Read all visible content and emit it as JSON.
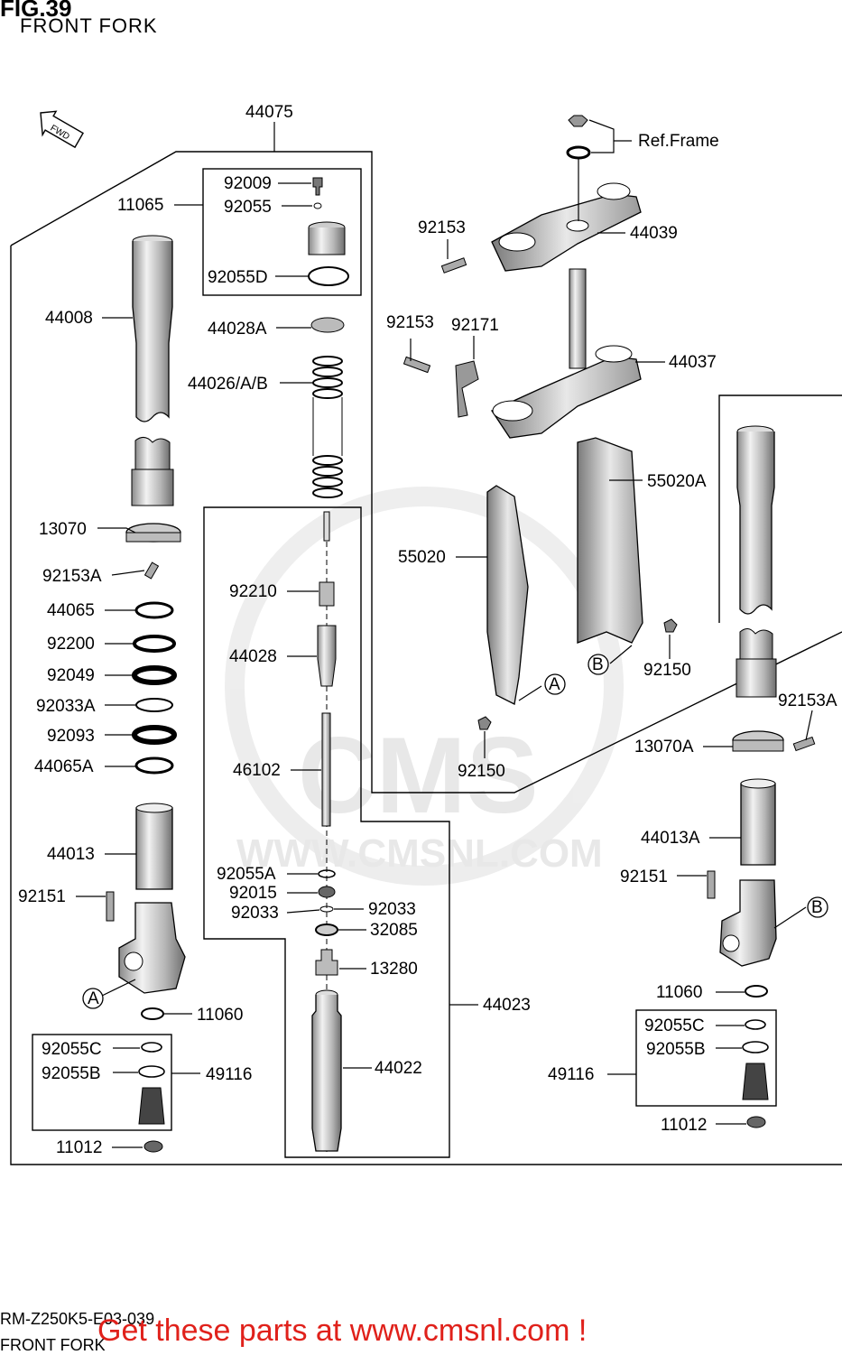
{
  "figure": {
    "title": "FIG.39",
    "subtitle": "FRONT FORK"
  },
  "footer": {
    "model_code": "RM-Z250K5-E03-039",
    "caption": "FRONT FORK",
    "promo": "Get these parts at www.cmsnl.com !"
  },
  "watermark": {
    "logo": "CMS",
    "url": "WWW.CMSNL.COM"
  },
  "direction": "FWD",
  "colors": {
    "promo": "#e0211b",
    "line": "#000000",
    "watermark": "#e6e6e6"
  },
  "labels": {
    "p44075": "44075",
    "p11065": "11065",
    "p92009": "92009",
    "p92055": "92055",
    "p92055D": "92055D",
    "p44008": "44008",
    "p44028A": "44028A",
    "p44026": "44026/A/B",
    "p13070": "13070",
    "p92153A": "92153A",
    "p44065": "44065",
    "p92200": "92200",
    "p92049": "92049",
    "p92033A": "92033A",
    "p92093": "92093",
    "p44065A": "44065A",
    "p44013": "44013",
    "p92151": "92151",
    "p11060": "11060",
    "p92055C": "92055C",
    "p92055B": "92055B",
    "p49116": "49116",
    "p11012": "11012",
    "p92210": "92210",
    "p44028": "44028",
    "p46102": "46102",
    "p92055A": "92055A",
    "p92015": "92015",
    "p92033": "92033",
    "p92033r": "92033",
    "p32085": "32085",
    "p13280": "13280",
    "p44023": "44023",
    "p44022": "44022",
    "refFrame": "Ref.Frame",
    "p92153t": "92153",
    "p44039": "44039",
    "p92153m": "92153",
    "p92171": "92171",
    "p44037": "44037",
    "p55020A": "55020A",
    "p55020": "55020",
    "p92150a": "92150",
    "p92150b": "92150",
    "calloutA": "A",
    "calloutB": "B",
    "p92153Ar": "92153A",
    "p13070A": "13070A",
    "p44013A": "44013A",
    "p92151r": "92151",
    "p11060r": "11060",
    "p92055Cr": "92055C",
    "p92055Br": "92055B",
    "p49116r": "49116",
    "p11012r": "11012"
  }
}
